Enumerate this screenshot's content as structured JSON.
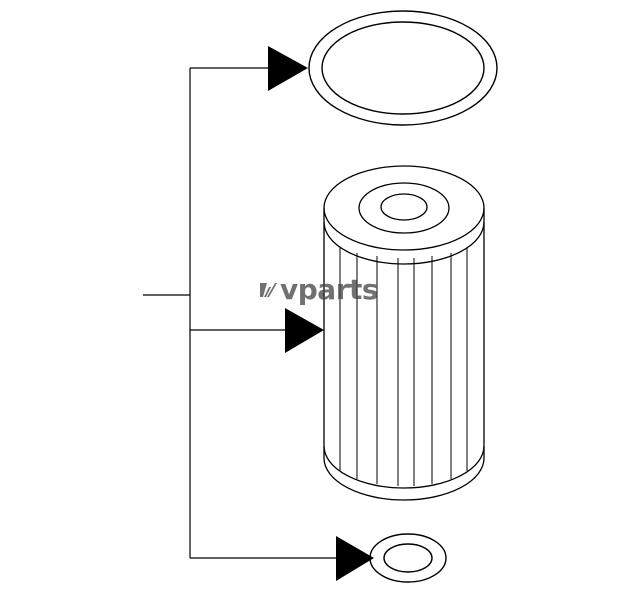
{
  "watermark": {
    "text": "vparts"
  },
  "parts": [
    {
      "name": "o-ring-large"
    },
    {
      "name": "filter-element"
    },
    {
      "name": "o-ring-small"
    }
  ]
}
